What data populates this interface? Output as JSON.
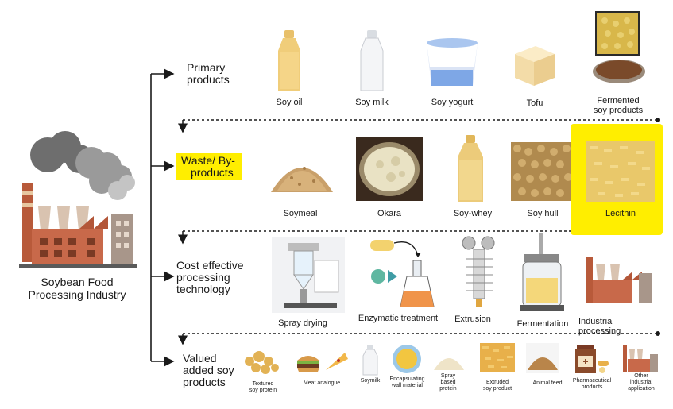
{
  "industry": {
    "line1": "Soybean Food",
    "line2": "Processing Industry"
  },
  "stages": {
    "primary": {
      "line1": "Primary",
      "line2": "products"
    },
    "waste": {
      "line1": "Waste/ By-",
      "line2": "products"
    },
    "processing": {
      "line1": "Cost effective",
      "line2": "processing",
      "line3": "technology"
    },
    "valued": {
      "line1": "Valued",
      "line2": "added soy",
      "line3": "products"
    }
  },
  "primary_products": [
    "Soy oil",
    "Soy milk",
    "Soy yogurt",
    "Tofu",
    "Fermented",
    "soy products"
  ],
  "byproducts": [
    "Soymeal",
    "Okara",
    "Soy-whey",
    "Soy hull",
    "Lecithin"
  ],
  "technologies": [
    "Spray drying",
    "Enzymatic treatment",
    "Extrusion",
    "Fermentation",
    "Industrial",
    "processing"
  ],
  "valued_products": {
    "textured": [
      "Textured",
      "soy protein"
    ],
    "meat": "Meat analogue",
    "soymilk": "Soymilk",
    "encapsulating": [
      "Encapsulating",
      "wall material"
    ],
    "spray": [
      "Spray",
      "based",
      "protein"
    ],
    "extruded": [
      "Extruded",
      "soy product"
    ],
    "feed": "Animal feed",
    "pharma": [
      "Pharmaceutical",
      "products"
    ],
    "other": [
      "Other",
      "industrial",
      "application"
    ]
  },
  "colors": {
    "highlight": "#ffee00",
    "arrow": "#1a1a1a"
  }
}
